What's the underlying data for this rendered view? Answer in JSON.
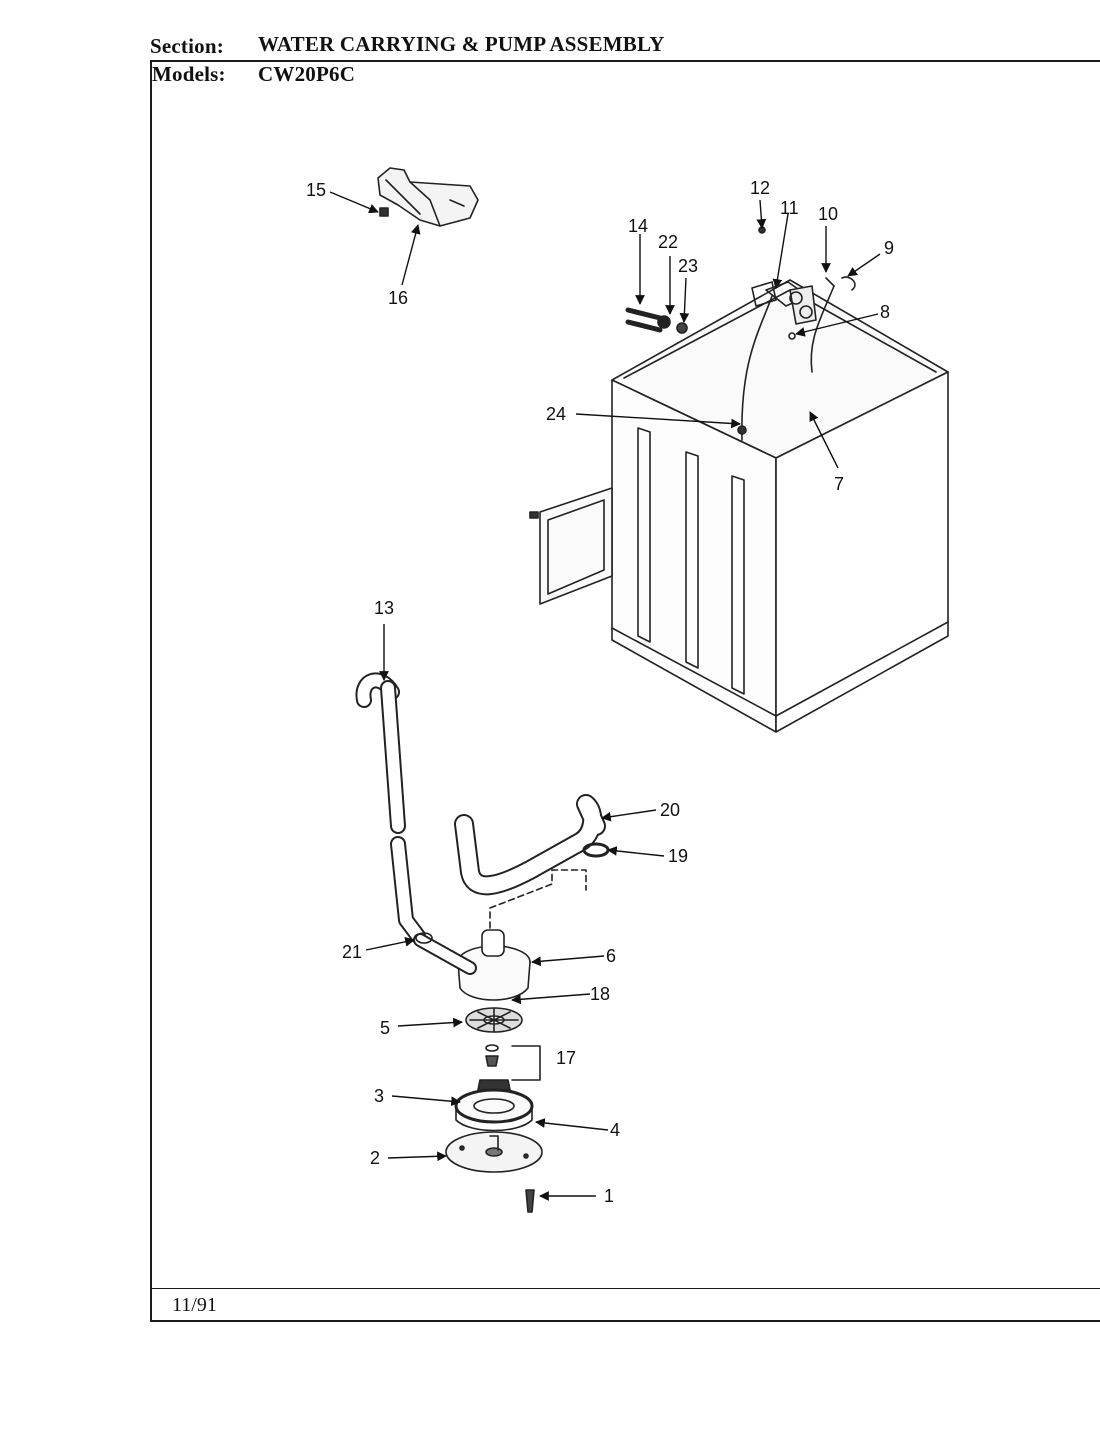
{
  "header": {
    "section_label": "Section:",
    "section_title": "WATER CARRYING & PUMP ASSEMBLY",
    "models_label": "Models:",
    "model": "CW20P6C"
  },
  "footer": {
    "date": "11/91"
  },
  "callouts": [
    {
      "id": "c1",
      "text": "1"
    },
    {
      "id": "c2",
      "text": "2"
    },
    {
      "id": "c3",
      "text": "3"
    },
    {
      "id": "c4",
      "text": "4"
    },
    {
      "id": "c5",
      "text": "5"
    },
    {
      "id": "c6",
      "text": "6"
    },
    {
      "id": "c7",
      "text": "7"
    },
    {
      "id": "c8",
      "text": "8"
    },
    {
      "id": "c9",
      "text": "9"
    },
    {
      "id": "c10",
      "text": "10"
    },
    {
      "id": "c11",
      "text": "11"
    },
    {
      "id": "c12",
      "text": "12"
    },
    {
      "id": "c13",
      "text": "13"
    },
    {
      "id": "c14",
      "text": "14"
    },
    {
      "id": "c15",
      "text": "15"
    },
    {
      "id": "c16",
      "text": "16"
    },
    {
      "id": "c17",
      "text": "17"
    },
    {
      "id": "c18",
      "text": "18"
    },
    {
      "id": "c19",
      "text": "19"
    },
    {
      "id": "c20",
      "text": "20"
    },
    {
      "id": "c21",
      "text": "21"
    },
    {
      "id": "c22",
      "text": "22"
    },
    {
      "id": "c23",
      "text": "23"
    },
    {
      "id": "c24",
      "text": "24"
    }
  ]
}
